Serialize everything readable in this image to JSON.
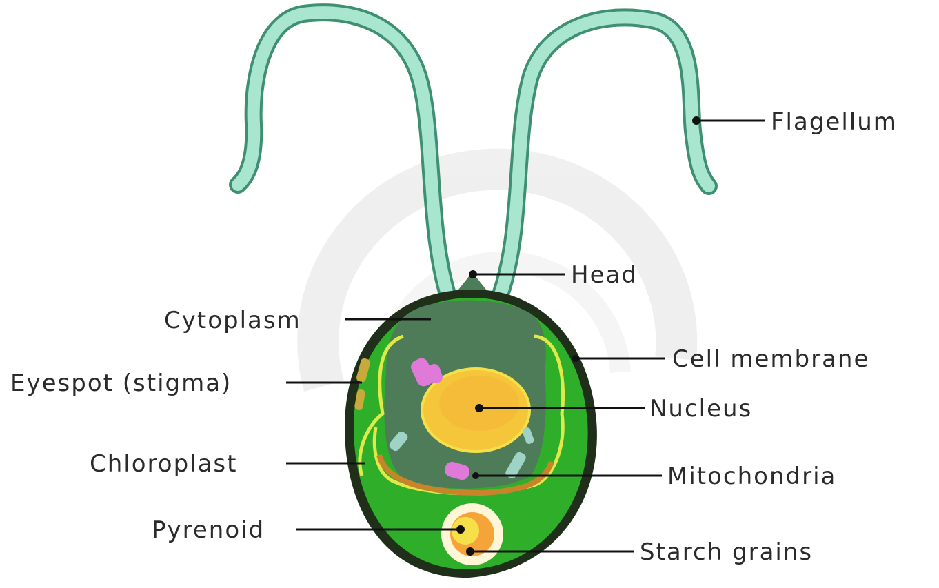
{
  "labels": {
    "flagellum": "Flagellum",
    "head": "Head",
    "cytoplasm": "Cytoplasm",
    "cell_membrane": "Cell membrane",
    "eyespot": "Eyespot (stigma)",
    "nucleus": "Nucleus",
    "chloroplast": "Chloroplast",
    "mitochondria": "Mitochondria",
    "pyrenoid": "Pyrenoid",
    "starch_grains": "Starch grains"
  },
  "colors": {
    "flagellum": "#a8e6d0",
    "flagellum_outline": "#3f8f73",
    "cell_outline": "#1f2f1a",
    "chloroplast": "#2fae2a",
    "chloroplast_edge": "#e0e84a",
    "cytoplasm": "#4e7b58",
    "nucleus": "#f5c63a",
    "nucleolus": "#f6e04a",
    "mitochondria": "#e07ad8",
    "eyespot": "#c7a93c",
    "starch": "#fff6d8",
    "watermark": "#ececec"
  }
}
